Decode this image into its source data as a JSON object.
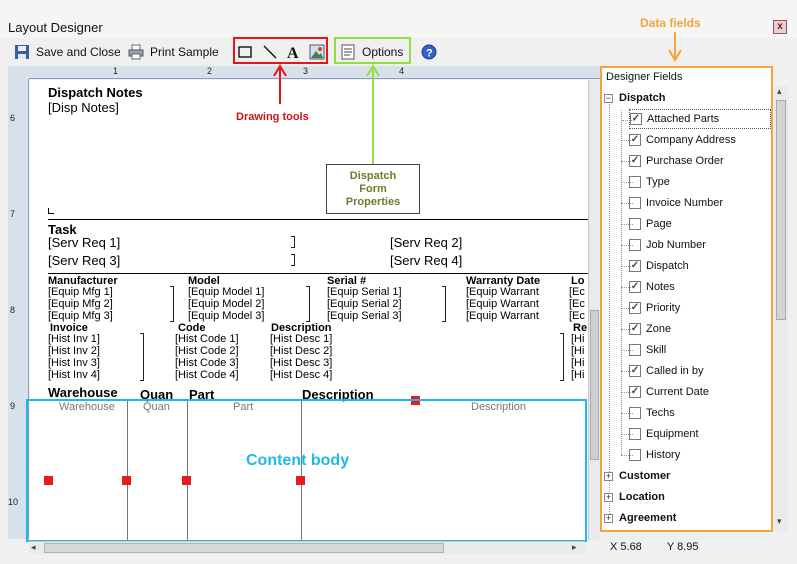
{
  "window": {
    "title": "Layout Designer",
    "close_glyph": "x"
  },
  "toolbar": {
    "save_close": "Save and Close",
    "print_sample": "Print Sample",
    "options": "Options"
  },
  "annotations": {
    "data_fields": "Data fields",
    "drawing_tools": "Drawing tools",
    "dispatch_form": [
      "Dispatch",
      "Form",
      "Properties"
    ],
    "content_body": "Content body"
  },
  "colors": {
    "red": "#e8141c",
    "green": "#8fe03a",
    "orange": "#f3a43b",
    "cyan": "#1fb8e8",
    "darkred": "#c8151b",
    "olive": "#6b7d2a"
  },
  "ruler": {
    "top": [
      "1",
      "2",
      "3",
      "4"
    ],
    "left": [
      "6",
      "7",
      "8",
      "9",
      "10"
    ]
  },
  "canvas": {
    "dispatch_notes_title": "Dispatch Notes",
    "disp_notes_field": "[Disp Notes]",
    "task_title": "Task",
    "serv_req": [
      "[Serv Req 1]",
      "[Serv Req 2]",
      "[Serv Req 3]",
      "[Serv Req 4]"
    ],
    "equip_headers": [
      "Manufacturer",
      "Model",
      "Serial #",
      "Warranty Date",
      "Lo"
    ],
    "equip_mfg": [
      "[Equip Mfg 1]",
      "[Equip Mfg 2]",
      "[Equip Mfg 3]"
    ],
    "equip_model": [
      "[Equip Model 1]",
      "[Equip Model 2]",
      "[Equip Model 3]"
    ],
    "equip_serial": [
      "[Equip Serial 1]",
      "[Equip Serial 2]",
      "[Equip Serial 3]"
    ],
    "equip_warranty": [
      "[Equip Warrant",
      "[Equip Warrant",
      "[Equip Warrant"
    ],
    "equip_lo": [
      "[Ec",
      "[Ec",
      "[Ec"
    ],
    "hist_headers": [
      "Invoice",
      "Code",
      "Description",
      "Re"
    ],
    "hist_inv": [
      "[Hist Inv 1]",
      "[Hist Inv 2]",
      "[Hist Inv 3]",
      "[Hist Inv 4]"
    ],
    "hist_code": [
      "[Hist Code 1]",
      "[Hist Code 2]",
      "[Hist Code 3]",
      "[Hist Code 4]"
    ],
    "hist_desc": [
      "[Hist Desc 1]",
      "[Hist Desc 2]",
      "[Hist Desc 3]",
      "[Hist Desc 4]"
    ],
    "hist_re": [
      "[Hi",
      "[Hi",
      "[Hi",
      "[Hi"
    ],
    "parts_headers": [
      "Warehouse",
      "Quan",
      "Part",
      "Description"
    ],
    "parts_grey_headers": [
      "Warehouse",
      "Quan",
      "Part",
      "Description"
    ]
  },
  "panel": {
    "title": "Designer Fields",
    "dispatch_group": "Dispatch",
    "fields": [
      {
        "label": "Attached Parts",
        "checked": true
      },
      {
        "label": "Company Address",
        "checked": true
      },
      {
        "label": "Purchase Order",
        "checked": true
      },
      {
        "label": "Type",
        "checked": false
      },
      {
        "label": "Invoice Number",
        "checked": false
      },
      {
        "label": "Page",
        "checked": false
      },
      {
        "label": "Job Number",
        "checked": false
      },
      {
        "label": "Dispatch",
        "checked": true
      },
      {
        "label": "Notes",
        "checked": true
      },
      {
        "label": "Priority",
        "checked": true
      },
      {
        "label": "Zone",
        "checked": true
      },
      {
        "label": "Skill",
        "checked": false
      },
      {
        "label": "Called in by",
        "checked": true
      },
      {
        "label": "Current Date",
        "checked": true
      },
      {
        "label": "Techs",
        "checked": false
      },
      {
        "label": "Equipment",
        "checked": false
      },
      {
        "label": "History",
        "checked": false
      }
    ],
    "other_groups": [
      "Customer",
      "Location",
      "Agreement"
    ]
  },
  "status": {
    "x": "X 5.68",
    "y": "Y 8.95"
  }
}
